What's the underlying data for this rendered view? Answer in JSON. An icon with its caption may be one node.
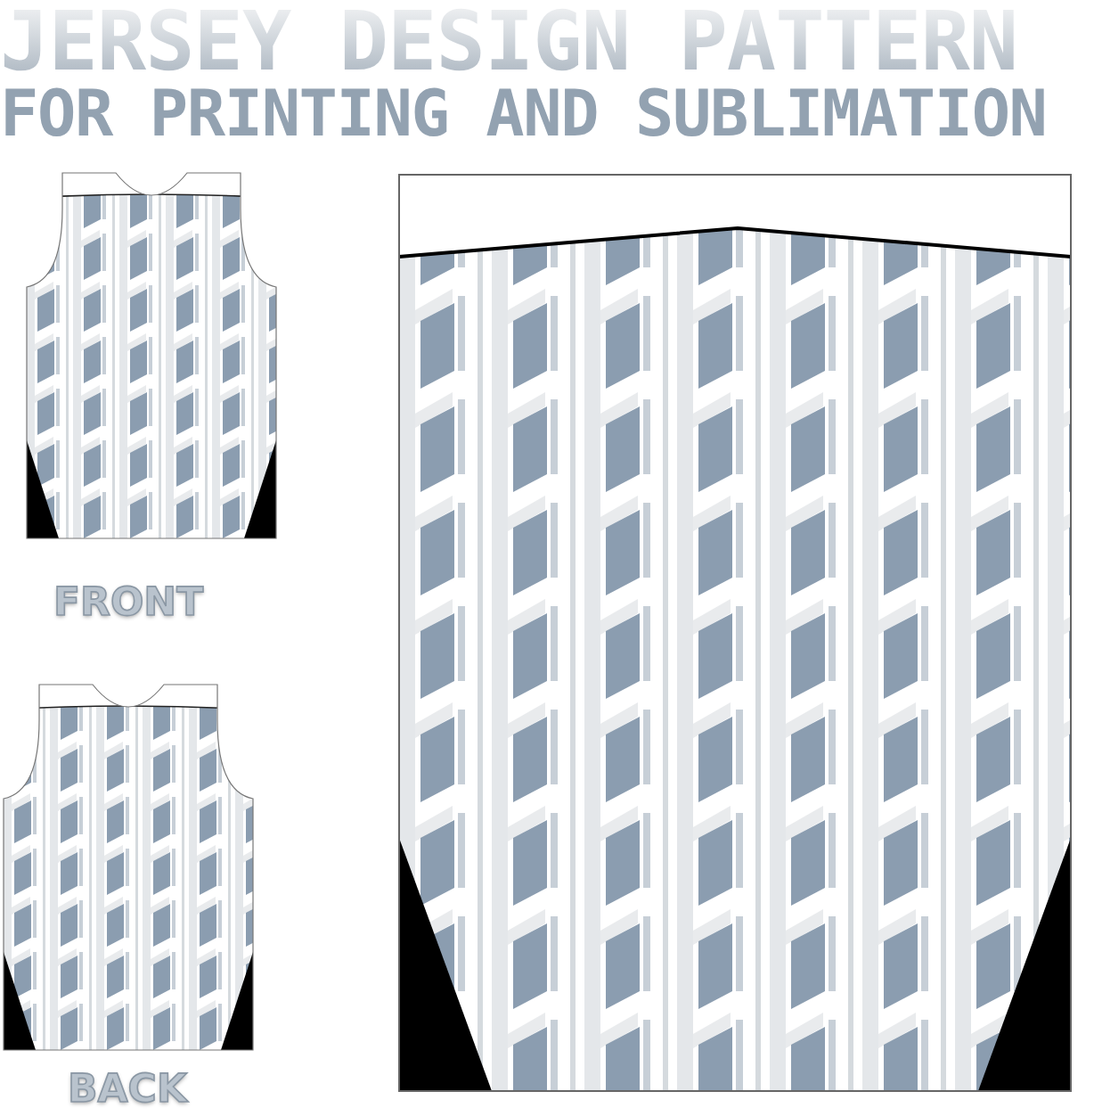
{
  "diagram": {
    "title": "JERSEY DESIGN PATTERN",
    "labels": [
      "FOR PRINTING AND SUBLIMATION",
      "FRONT",
      "BACK"
    ]
  }
}
